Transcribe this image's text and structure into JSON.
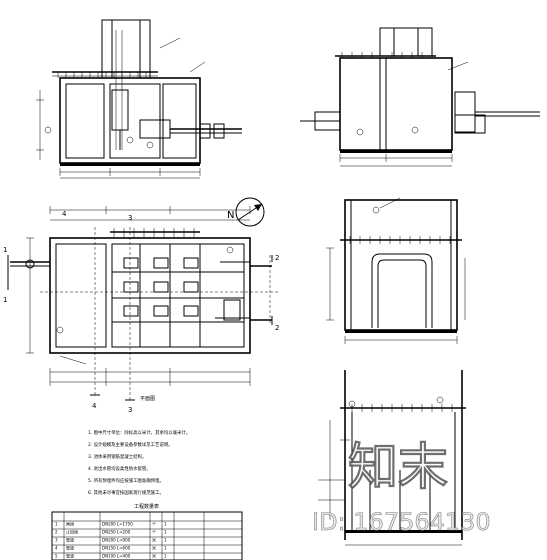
{
  "drawing": {
    "north_label": "N",
    "plan_title": "平面图",
    "section_marks": [
      "1",
      "1",
      "2",
      "2",
      "3",
      "3",
      "4",
      "4"
    ],
    "table_title": "工程数量表"
  },
  "notes": [
    "1. 图中尺寸单位：除标高以米计，其余均以毫米计。",
    "2. 设计规模及主要设备参数详见工艺说明。",
    "3. 池体采用钢筋混凝土结构。",
    "4. 进出水管均设柔性防水套管。",
    "5. 所有预埋件均应按施工图准确预埋。",
    "6. 其他未尽事宜按国家现行规范施工。"
  ],
  "equipment_table": {
    "rows": [
      [
        "1",
        "闸阀",
        "DN200 L=1750",
        "个",
        "1",
        "",
        ""
      ],
      [
        "2",
        "止回阀",
        "DN250 L=200",
        "个",
        "1",
        "",
        ""
      ],
      [
        "3",
        "管道",
        "DN200 L=900",
        "米",
        "1",
        "",
        ""
      ],
      [
        "4",
        "管道",
        "DN150 L=600",
        "米",
        "1",
        "",
        ""
      ],
      [
        "5",
        "管道",
        "DN100 L=400",
        "米",
        "1",
        "",
        ""
      ]
    ]
  },
  "watermark": {
    "brand": "知末",
    "id_text": "ID: 167564130"
  }
}
